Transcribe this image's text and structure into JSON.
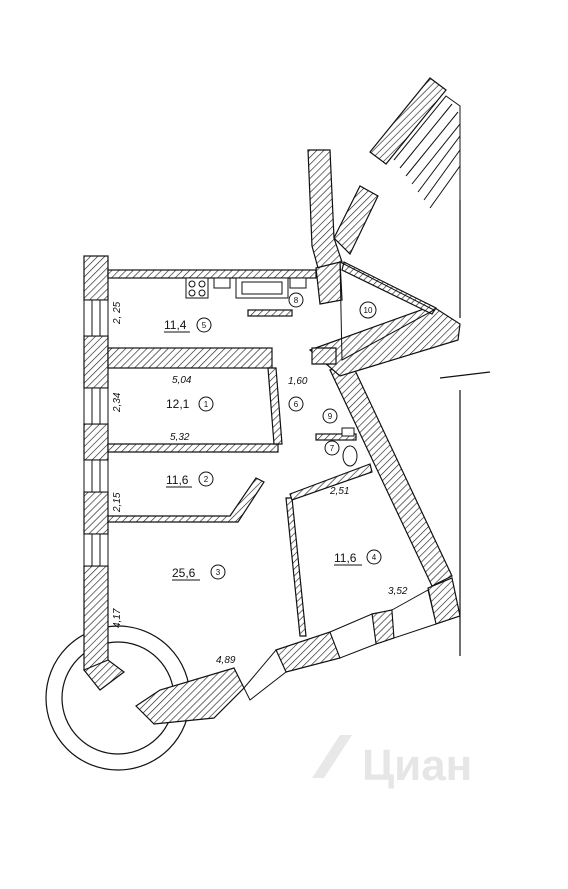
{
  "rooms": [
    {
      "id": "1",
      "area": "12,1"
    },
    {
      "id": "2",
      "area": "11,6"
    },
    {
      "id": "3",
      "area": "25,6"
    },
    {
      "id": "4",
      "area": "11,6"
    },
    {
      "id": "5",
      "area": "11,4"
    },
    {
      "id": "6",
      "area": ""
    },
    {
      "id": "7",
      "area": ""
    },
    {
      "id": "8",
      "area": ""
    },
    {
      "id": "9",
      "area": ""
    },
    {
      "id": "10",
      "area": ""
    }
  ],
  "dimensions": {
    "d_225": "2, 25",
    "d_234": "2,34",
    "d_215": "2,15",
    "d_417": "4,17",
    "d_504": "5,04",
    "d_532": "5,32",
    "d_160": "1,60",
    "d_251": "2,51",
    "d_352": "3,52",
    "d_489": "4,89"
  },
  "watermark": "Циан",
  "colors": {
    "wall_hatch": "#222222",
    "background": "#ffffff",
    "watermark": "#e6e6e6"
  }
}
